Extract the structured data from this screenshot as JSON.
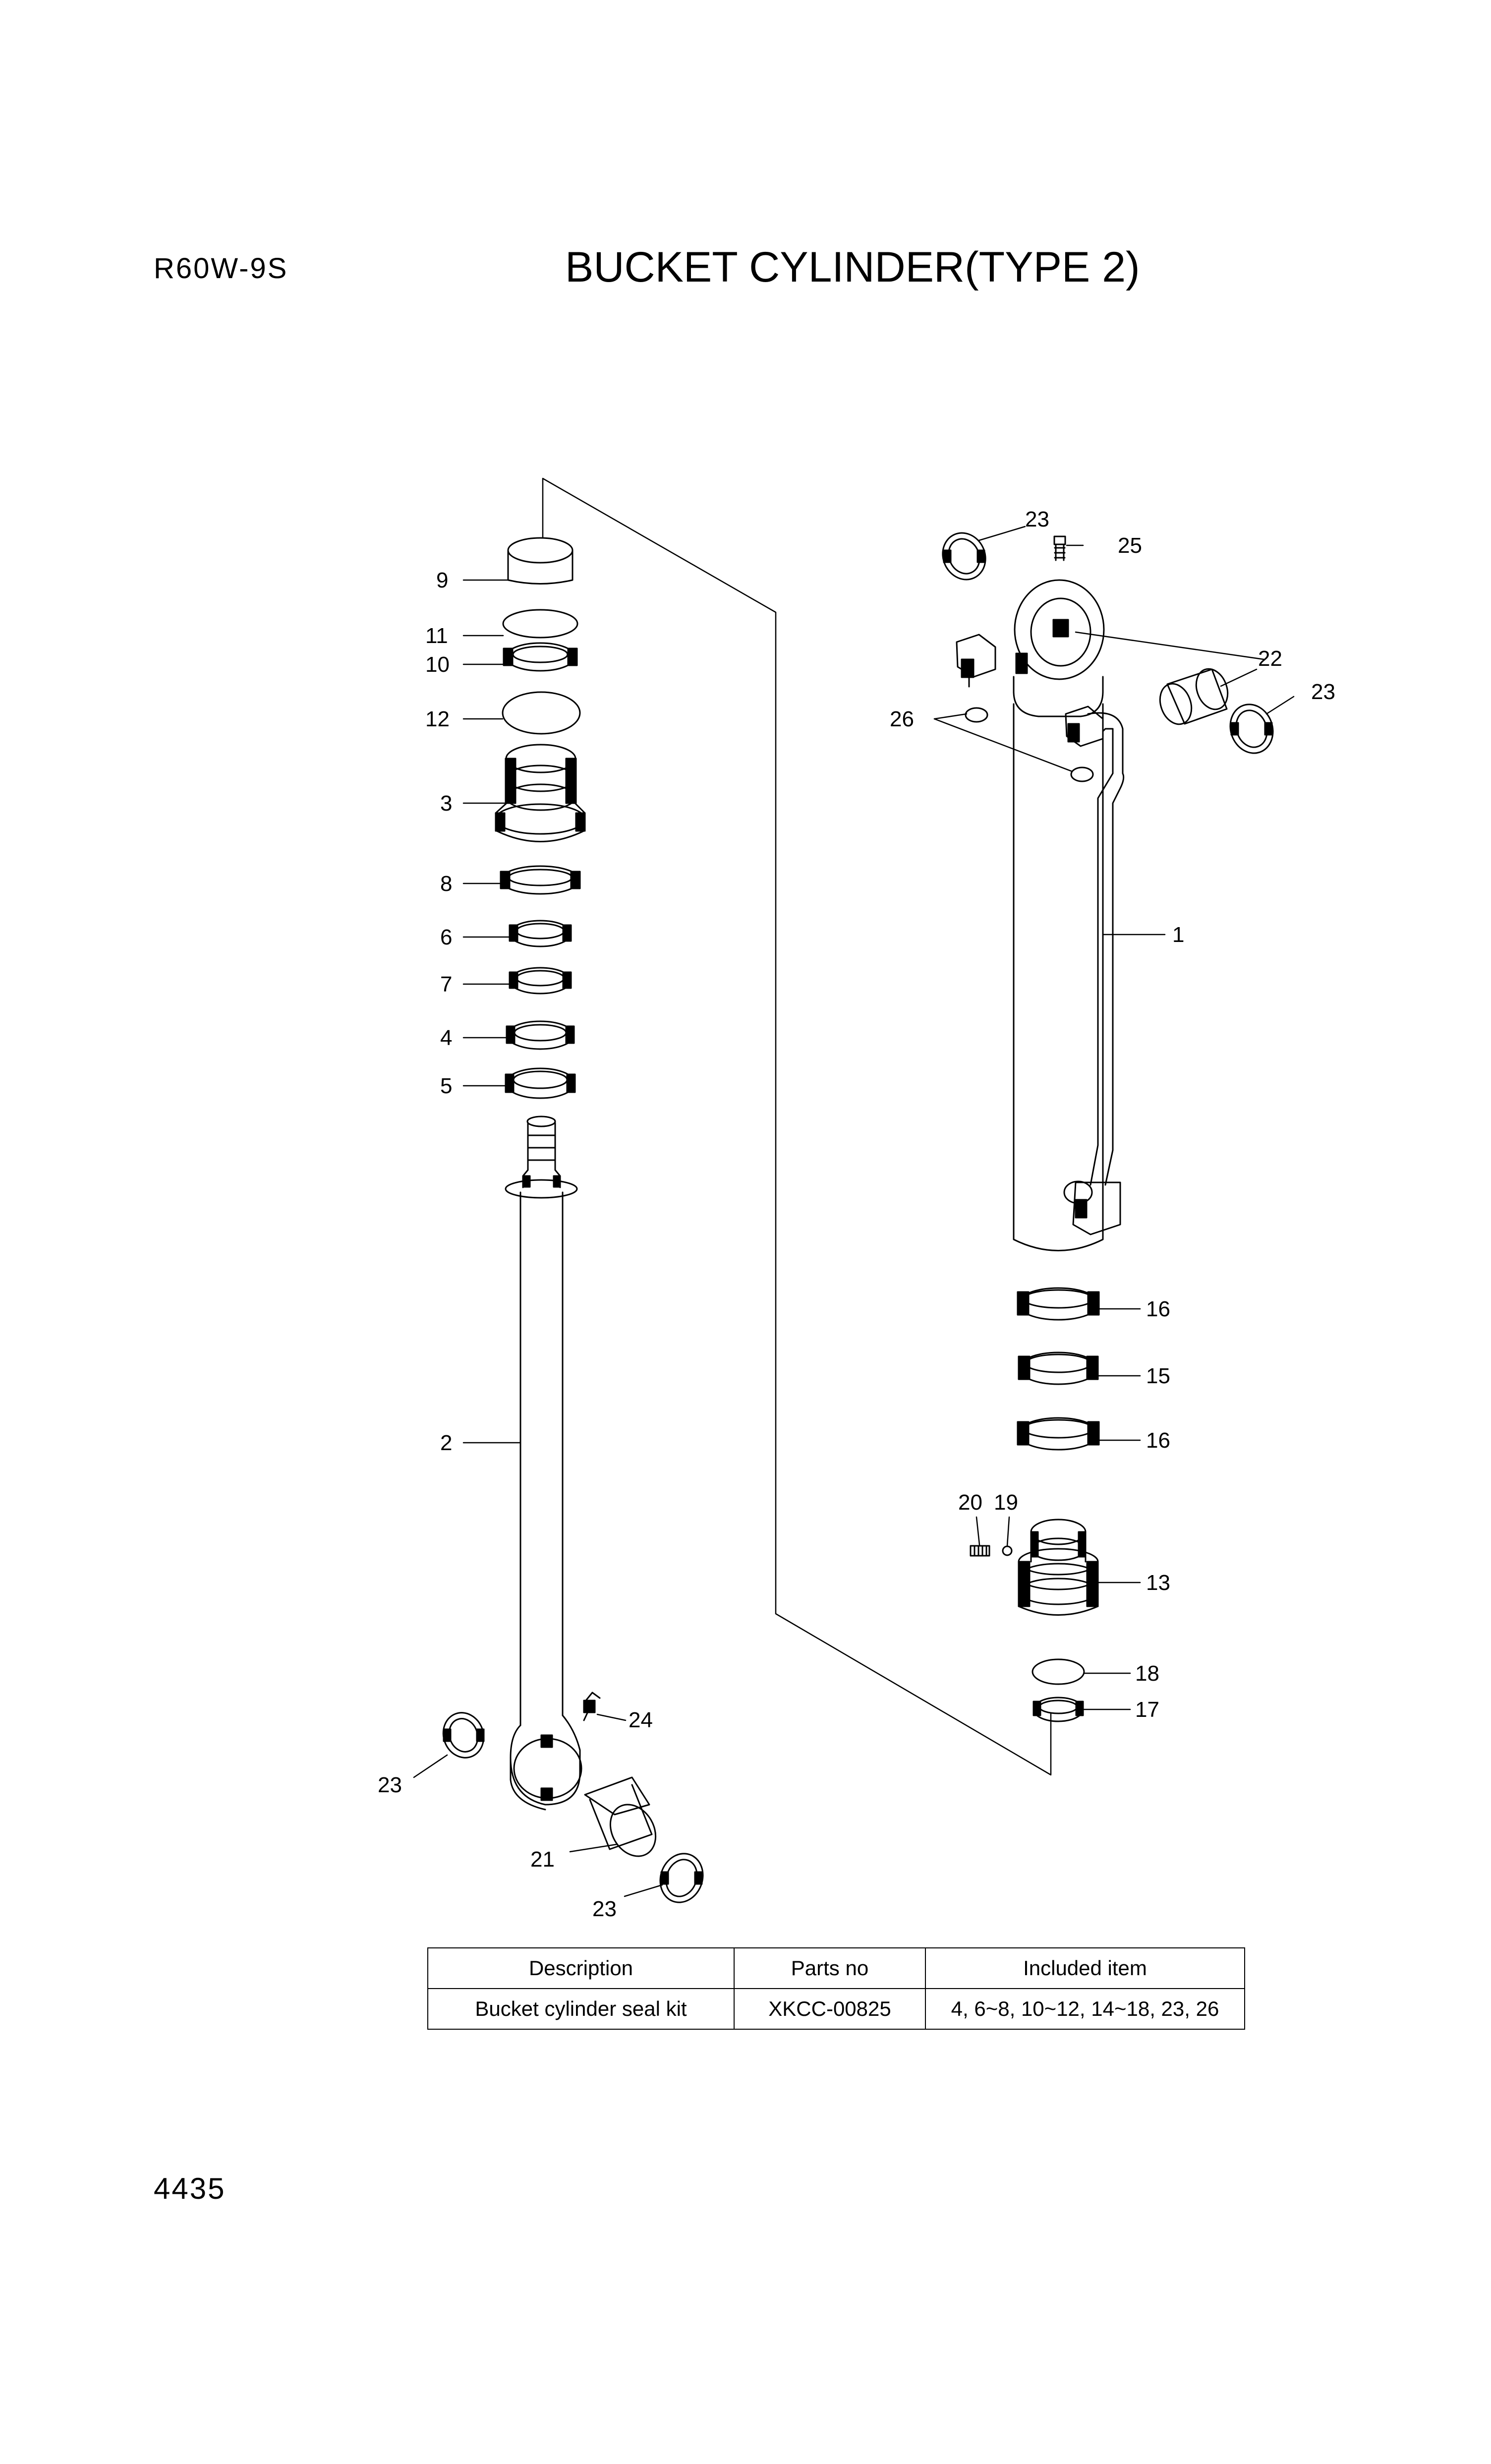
{
  "header": {
    "model": "R60W-9S",
    "title": "BUCKET CYLINDER(TYPE 2)"
  },
  "callouts": {
    "c1": "1",
    "c2": "2",
    "c3": "3",
    "c4": "4",
    "c5": "5",
    "c6": "6",
    "c7": "7",
    "c8": "8",
    "c9": "9",
    "c10": "10",
    "c11": "11",
    "c12": "12",
    "c13": "13",
    "c15": "15",
    "c16a": "16",
    "c16b": "16",
    "c17": "17",
    "c18": "18",
    "c19": "19",
    "c20": "20",
    "c21": "21",
    "c22": "22",
    "c23a": "23",
    "c23b": "23",
    "c23c": "23",
    "c23d": "23",
    "c24": "24",
    "c25": "25",
    "c26": "26"
  },
  "kit_table": {
    "headers": [
      "Description",
      "Parts no",
      "Included item"
    ],
    "rows": [
      [
        "Bucket cylinder seal kit",
        "XKCC-00825",
        "4, 6~8, 10~12, 14~18, 23, 26"
      ]
    ]
  },
  "footer": {
    "page_number": "4435"
  }
}
